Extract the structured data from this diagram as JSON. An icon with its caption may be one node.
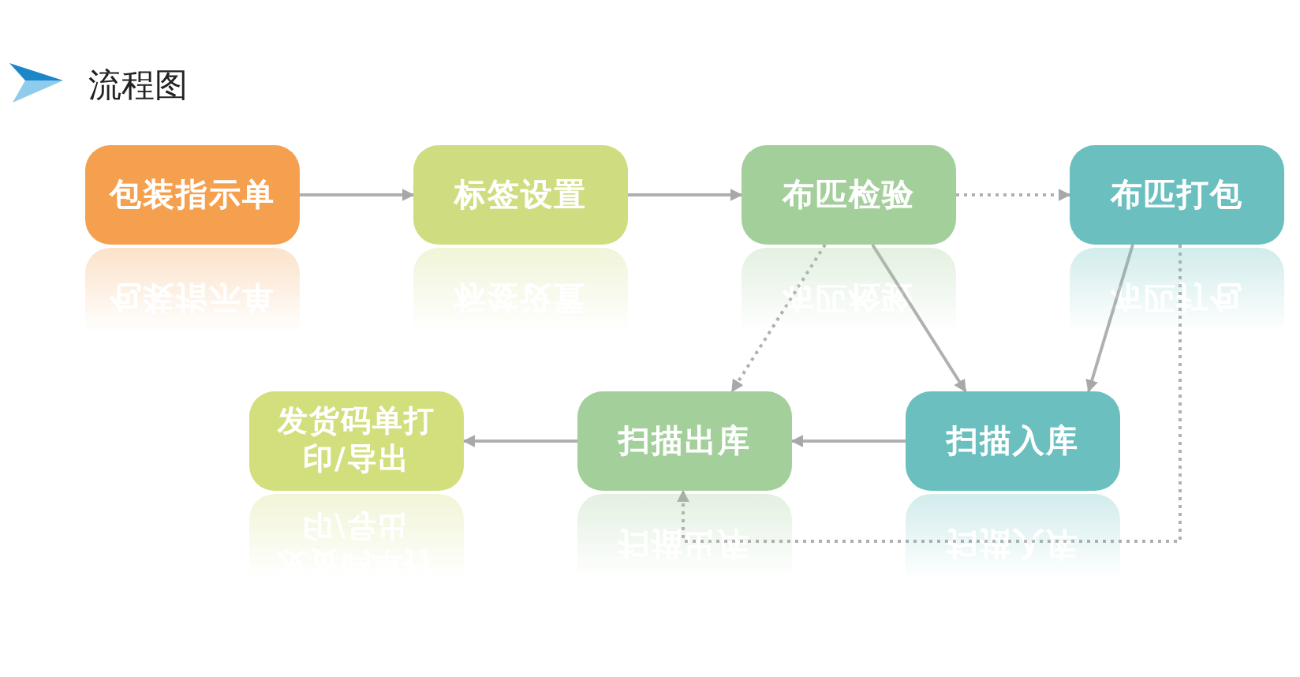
{
  "diagram": {
    "title": "流程图",
    "nodes": [
      {
        "text": [
          "包装指示单"
        ]
      },
      {
        "text": [
          "标签设置"
        ]
      },
      {
        "text": [
          "布匹检验"
        ]
      },
      {
        "text": [
          "布匹打包"
        ]
      },
      {
        "text": [
          "扫描入库"
        ]
      },
      {
        "text": [
          "扫描出库"
        ]
      },
      {
        "text": [
          "发货码单打印/导出"
        ]
      }
    ],
    "edges": [
      {
        "from": 0,
        "to": 1,
        "arrow": "to"
      },
      {
        "from": 1,
        "to": 2,
        "arrow": "to"
      },
      {
        "from": 2,
        "to": 3,
        "arrow": "to",
        "style": "dashed"
      },
      {
        "from": 2,
        "to": 5,
        "arrow": "to",
        "style": "dashed"
      },
      {
        "from": 2,
        "to": 4,
        "arrow": "to"
      },
      {
        "from": 3,
        "to": 4,
        "arrow": "to"
      },
      {
        "from": 4,
        "to": 5,
        "arrow": "to"
      },
      {
        "from": 3,
        "to": 5,
        "arrow": "to",
        "style": "dashed"
      },
      {
        "from": 5,
        "to": 6,
        "arrow": "to"
      }
    ]
  }
}
